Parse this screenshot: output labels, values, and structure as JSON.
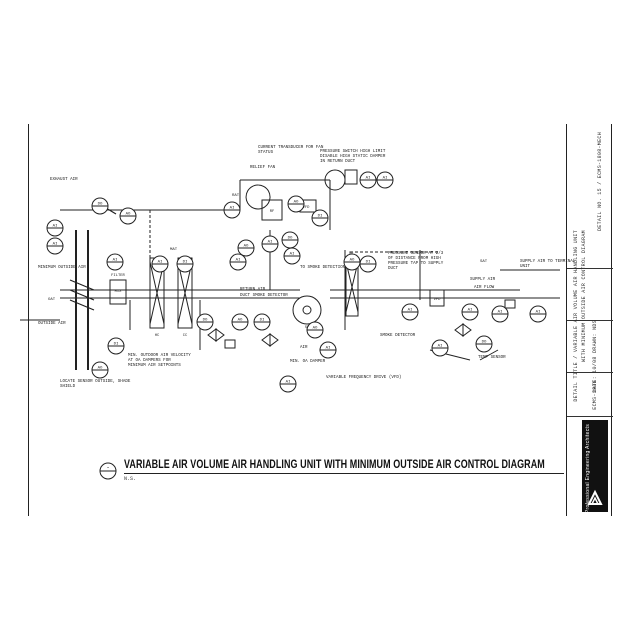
{
  "drawing": {
    "title": "VARIABLE AIR VOLUME AIR HANDLING UNIT WITH MINIMUM OUTSIDE AIR CONTROL DIAGRAM",
    "scale_note": "N.S.",
    "detail_mark": "-"
  },
  "title_block": {
    "col1": "DETAIL TITLE / VARIABLE AIR VOLUME AIR HANDLING UNIT",
    "col1b": "WITH MINIMUM OUTSIDE AIR CONTROL DIAGRAM",
    "col2": "DATE: 10/08   DRAWN: NDS",
    "col3": "ECMS-1808",
    "col4": "DETAIL NO.  15 / ECMS-1808-MECH",
    "firm": "Professional Engineering Architects"
  },
  "labels": {
    "exhaust_air": "EXHAUST AIR",
    "minimum_outside_air": "MINIMUM OUTSIDE AIR",
    "outside_air": "OUTSIDE AIR",
    "locate_sensor": "LOCATE SENSOR OUTSIDE, SHADE SHIELD",
    "relief_fan": "RELIEF FAN",
    "return_air": "RETURN AIR",
    "supply_air": "SUPPLY AIR",
    "to_smoke_detection": "TO SMOKE DETECTION",
    "pressure_switch_top": "PRESSURE SWITCH HIGH LIMIT DISABLE HIGH STATIC DAMPER IN RETURN DUCT",
    "current_transducer": "CURRENT TRANSDUCER FOR FAN STATUS",
    "pressure_sensor_right": "PRESSURE SENSOR AT 2/3 OF DISTANCE FROM HIGH PRESSURE TAP TO SUPPLY DUCT",
    "supply_to_terminal": "SUPPLY AIR TO TERMINAL UNIT",
    "temp_sensor": "TEMP SENSOR",
    "locate_freeze": "MIN. OUTDOOR AIR VELOCITY AT OA DAMPERS FOR MINIMUM AIR SETPOINTS",
    "variable_frequency": "VARIABLE FREQUENCY DRIVE (VFD)",
    "smoke_detector": "SMOKE DETECTOR",
    "min_outside_air_damper": "MIN. OA DAMPER",
    "air": "AIR",
    "air_flow": "AIR FLOW",
    "duct_smoke": "DUCT SMOKE DETECTOR",
    "rat": "RAT",
    "sat": "SAT",
    "mat": "MAT",
    "oat": "OAT"
  },
  "tags": {
    "t1": "AI",
    "t2": "AI",
    "t3": "DO",
    "t4": "AO",
    "t5": "AI",
    "t6": "DI",
    "t7": "AO",
    "t8": "AI",
    "t9": "DI",
    "t10": "DO",
    "t11": "AI",
    "t12": "AO",
    "t13": "DI",
    "t14": "AI",
    "t15": "AO",
    "t16": "AI",
    "t17": "DO",
    "t18": "AI",
    "t19": "AO",
    "t20": "DI",
    "t21": "AI",
    "t22": "AI",
    "t23": "AO",
    "t24": "AI",
    "t25": "AO",
    "t26": "DI",
    "t27": "AI",
    "t28": "AI",
    "t29": "AI",
    "t30": "AI",
    "t31": "AI",
    "t32": "DO",
    "t33": "AI"
  },
  "components": {
    "mixbox": "MIX",
    "fan_r": "RF",
    "fan_s": "SF",
    "vfd1": "VFD",
    "vfd2": "VFD",
    "hc": "HC",
    "cc": "CC",
    "filter": "FILTER",
    "sd": "SD"
  }
}
